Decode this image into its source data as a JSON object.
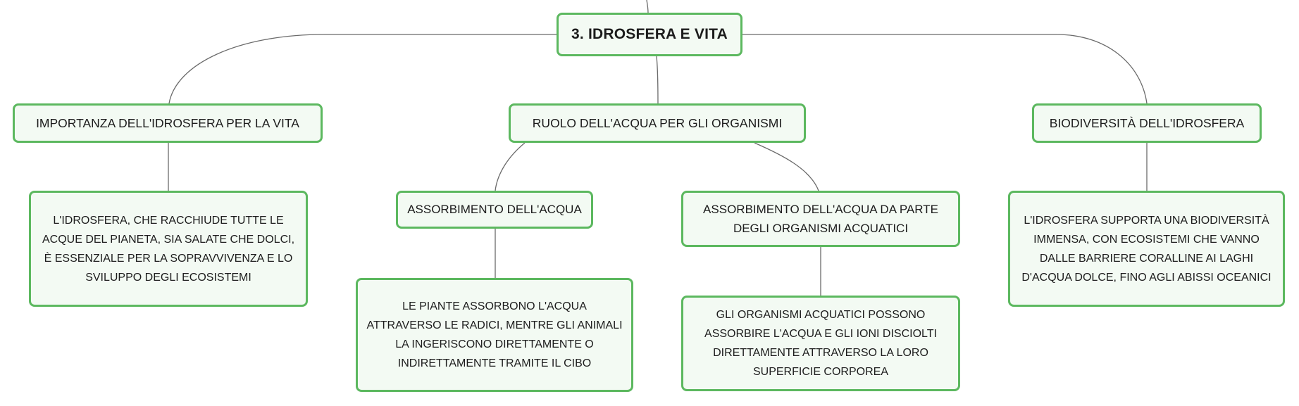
{
  "diagram": {
    "root": {
      "label": "3. IDROSFERA E VITA"
    },
    "branches": {
      "importanza": {
        "label": "IMPORTANZA DELL'IDROSFERA PER LA VITA",
        "detail": "L'IDROSFERA, CHE RACCHIUDE TUTTE LE\nACQUE DEL PIANETA, SIA SALATE CHE DOLCI,\nÈ ESSENZIALE PER LA SOPRAVVIVENZA E LO\nSVILUPPO DEGLI ECOSISTEMI"
      },
      "ruolo": {
        "label": "RUOLO DELL'ACQUA PER GLI ORGANISMI",
        "children": {
          "assorbimento": {
            "label": "ASSORBIMENTO DELL'ACQUA",
            "detail": "LE PIANTE ASSORBONO L'ACQUA\nATTRAVERSO LE RADICI, MENTRE GLI ANIMALI\nLA INGERISCONO DIRETTAMENTE O\nINDIRETTAMENTE TRAMITE IL CIBO"
          },
          "assorbimento_acquatici": {
            "label": "ASSORBIMENTO DELL'ACQUA DA PARTE\nDEGLI ORGANISMI ACQUATICI",
            "detail": "GLI ORGANISMI ACQUATICI POSSONO\nASSORBIRE L'ACQUA E GLI IONI DISCIOLTI\nDIRETTAMENTE ATTRAVERSO LA LORO\nSUPERFICIE CORPOREA"
          }
        }
      },
      "biodiversita": {
        "label": "BIODIVERSITÀ DELL'IDROSFERA",
        "detail": "L'IDROSFERA SUPPORTA UNA BIODIVERSITÀ\nIMMENSA, CON ECOSISTEMI CHE VANNO\nDALLE BARRIERE CORALLINE AI LAGHI\nD'ACQUA DOLCE, FINO AGLI ABISSI OCEANICI"
      }
    },
    "colors": {
      "node_border": "#5cb85f",
      "node_fill": "#f3faf3",
      "connector": "#6b6b6b",
      "text": "#1c1c1c"
    }
  }
}
